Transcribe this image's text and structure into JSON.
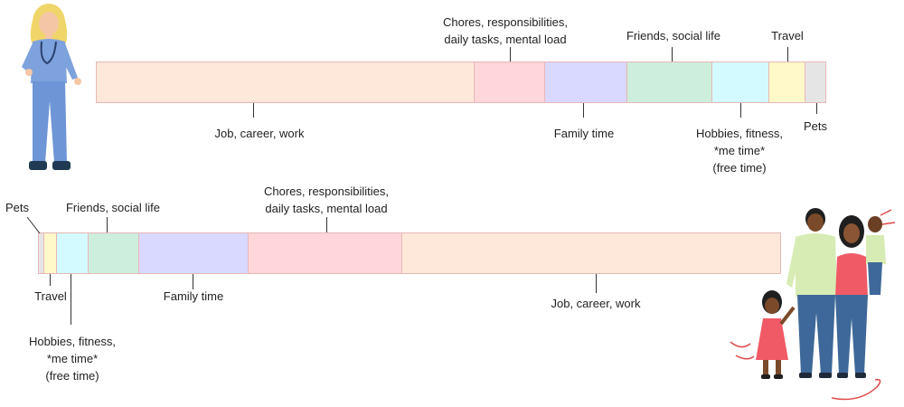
{
  "colors": {
    "job": "#fde8da",
    "chores": "#ffd6d9",
    "family": "#d9d8ff",
    "friends": "#cdeedd",
    "hobbies": "#d3fbff",
    "travel": "#fff8c8",
    "pets": "#e5e5e5"
  },
  "top": {
    "job_label": "Job, career, work",
    "chores_label_1": "Chores, responsibilities,",
    "chores_label_2": "daily tasks, mental load",
    "family_label": "Family time",
    "friends_label": "Friends, social life",
    "hobbies_label_1": "Hobbies, fitness,",
    "hobbies_label_2": "*me time*",
    "hobbies_label_3": "(free time)",
    "travel_label": "Travel",
    "pets_label": "Pets"
  },
  "bottom": {
    "pets_label": "Pets",
    "friends_label": "Friends, social life",
    "chores_label_1": "Chores, responsibilities,",
    "chores_label_2": "daily tasks, mental load",
    "travel_label": "Travel",
    "family_label": "Family time",
    "job_label": "Job, career, work",
    "hobbies_label_1": "Hobbies, fitness,",
    "hobbies_label_2": "*me time*",
    "hobbies_label_3": "(free time)"
  },
  "illustrations": {
    "top_left": "doctor-woman-illustration",
    "bottom_right": "family-illustration"
  }
}
